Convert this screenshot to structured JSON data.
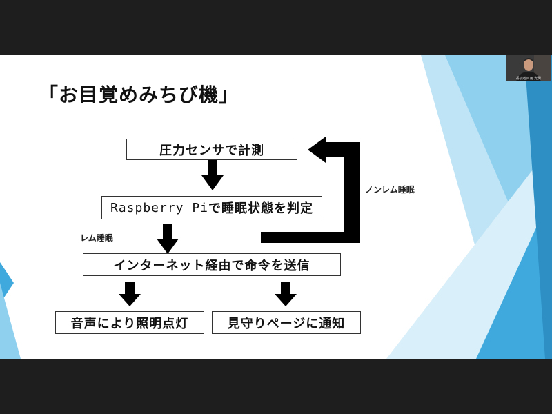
{
  "slide": {
    "title": "「お目覚めみちび機」",
    "boxes": {
      "pressure": "圧力センサで計測",
      "raspberry_prefix": "Raspberry Pi",
      "raspberry_suffix": "で睡眠状態を判定",
      "internet": "インターネット経由で命令を送信",
      "light": "音声により照明点灯",
      "watch": "見守りページに通知"
    },
    "labels": {
      "rem": "レム睡眠",
      "non_rem": "ノンレム睡眠"
    }
  },
  "video": {
    "participant_name": "香読者目用 光男"
  },
  "colors": {
    "window_background": "#1e1e1e",
    "slide_background": "#ffffff",
    "accent_blue": "#3fa9dd",
    "arrow_color": "#000000"
  }
}
